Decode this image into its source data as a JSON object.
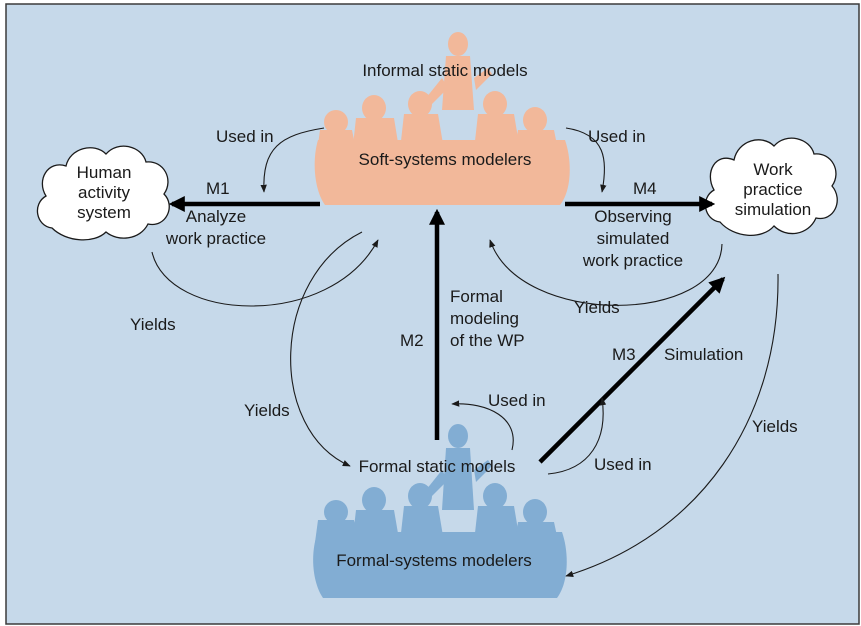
{
  "colors": {
    "background": "#c6d9ea",
    "border": "#3b3b3b",
    "soft_group": "#f2b89a",
    "formal_group": "#82add3",
    "cloud_fill": "#ffffff",
    "arrow": "#000000"
  },
  "nodes": {
    "informal_static_models": "Informal static models",
    "soft_systems_modelers": "Soft-systems modelers",
    "formal_static_models": "Formal static models",
    "formal_systems_modelers": "Formal-systems modelers",
    "human_activity_system": [
      "Human",
      "activity",
      "system"
    ],
    "work_practice_simulation": [
      "Work",
      "practice",
      "simulation"
    ]
  },
  "methods": {
    "m1": {
      "id": "M1",
      "text": [
        "Analyze",
        "work practice"
      ]
    },
    "m2": {
      "id": "M2",
      "text": [
        "Formal",
        "modeling",
        "of the WP"
      ]
    },
    "m3": {
      "id": "M3",
      "text": [
        "Simulation"
      ]
    },
    "m4": {
      "id": "M4",
      "text": [
        "Observing",
        "simulated",
        "work practice"
      ]
    }
  },
  "relations": {
    "used_in_left": "Used in",
    "used_in_right": "Used in",
    "used_in_m2": "Used in",
    "used_in_m3": "Used in",
    "yields_left": "Yields",
    "yields_middle": "Yields",
    "yields_right_upper": "Yields",
    "yields_right_lower": "Yields"
  }
}
